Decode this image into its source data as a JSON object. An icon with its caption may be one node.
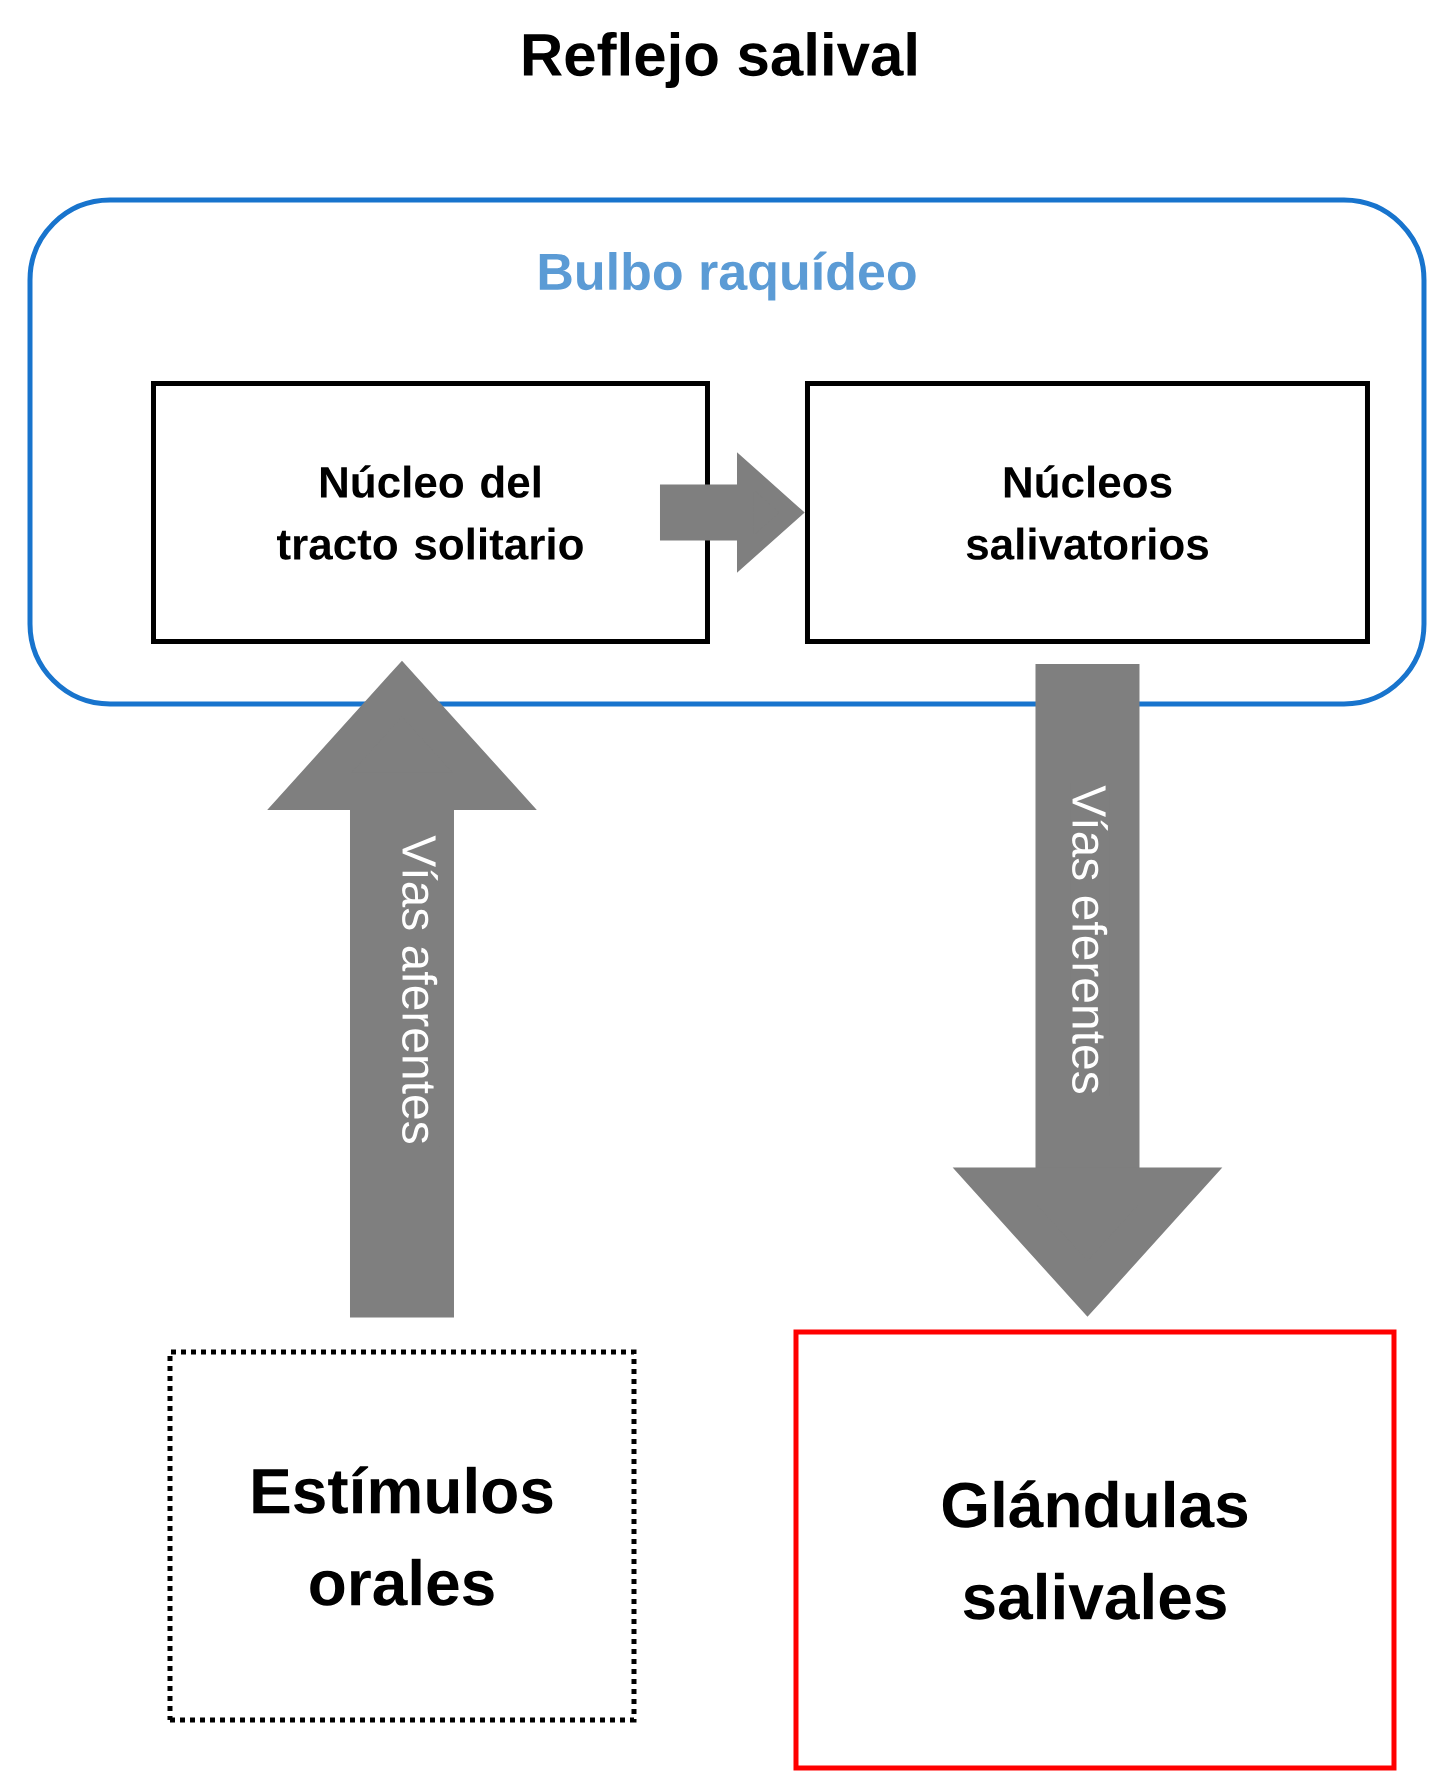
{
  "diagram": {
    "title": "Reflejo salival",
    "nodes": [
      {
        "text": [
          "Bulbo raquídeo"
        ]
      },
      {
        "text": [
          "Núcleo del tracto solitario"
        ],
        "in": 0
      },
      {
        "text": [
          "Núcleos salivatorios"
        ],
        "in": 0
      },
      {
        "text": [
          "Estímulos orales"
        ]
      },
      {
        "text": [
          "Glándulas salivales"
        ]
      }
    ],
    "edges": [
      {
        "from": 1,
        "to": 2,
        "arrow": "to"
      },
      {
        "from": 3,
        "to": 1,
        "arrow": "to",
        "label": "Vías aferentes"
      },
      {
        "from": 2,
        "to": 4,
        "arrow": "to",
        "label": "Vías eferentes"
      }
    ]
  }
}
